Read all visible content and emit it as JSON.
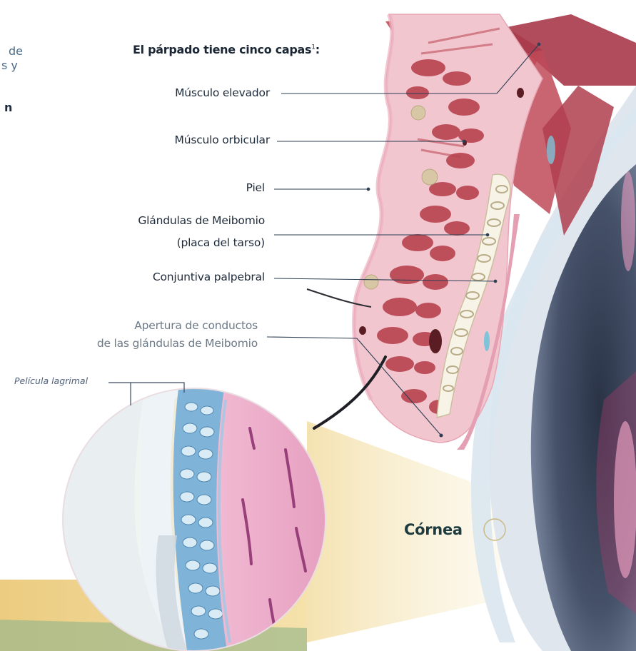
{
  "heading": {
    "text": "El párpado tiene cinco capas",
    "footnote": "1",
    "suffix": ":"
  },
  "left_fragments": {
    "line1": "de",
    "line2": "s y",
    "line3": "n"
  },
  "labels": {
    "musculo_elevador": "Músculo elevador",
    "musculo_orbicular": "Músculo orbicular",
    "piel": "Piel",
    "glandulas_meibomio_1": "Glándulas de Meibomio",
    "glandulas_meibomio_2": "(placa del tarso)",
    "conjuntiva": "Conjuntiva palpebral",
    "apertura_1": "Apertura de conductos",
    "apertura_2": "de las glándulas de Meibomio",
    "pelicula": "Película lagrimal",
    "cornea": "Córnea"
  },
  "colors": {
    "tissue_pink": "#f2c6cf",
    "muscle_red": "#b8434f",
    "cornea_pink": "#ecb0cc",
    "epithelium_blue": "#7fb4d8",
    "eye_dark": "#3e4a5e",
    "leader_line": "#2c3e52"
  }
}
